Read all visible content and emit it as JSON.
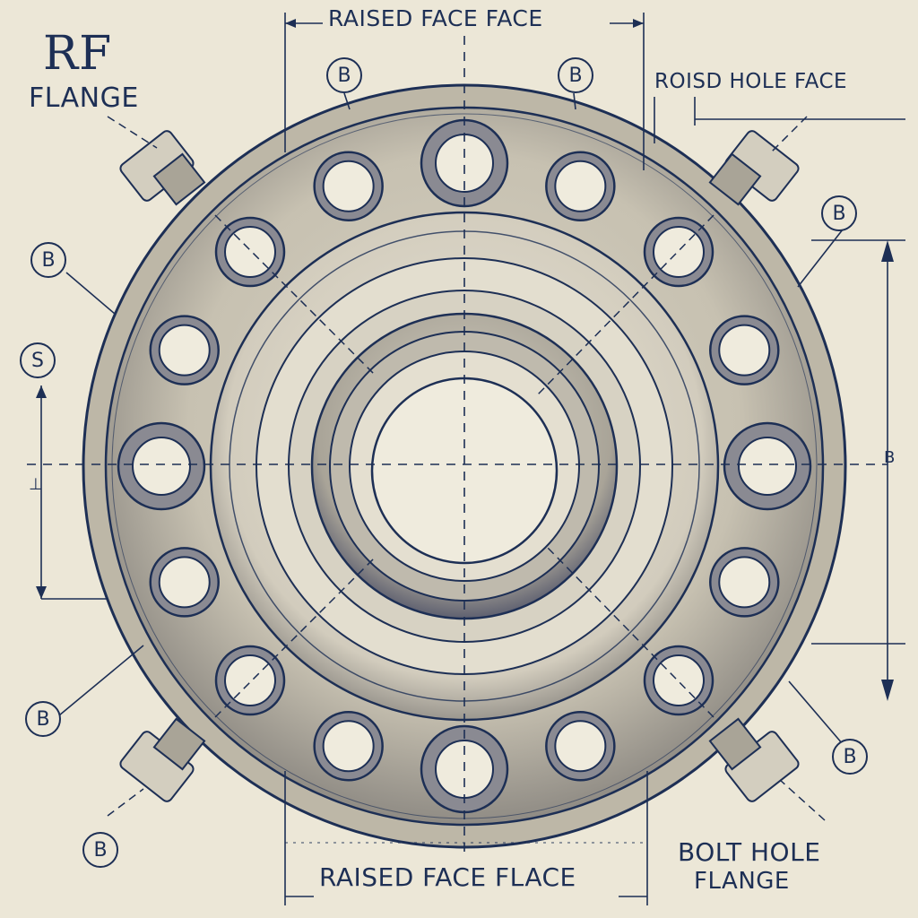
{
  "title": "RF",
  "subtitle": "FLANGE",
  "labels": {
    "top_dimension": "RAISED FACE FACE",
    "right_top": "ROISD HOLE FACE",
    "bottom_dimension": "RAISED FACE FLACE",
    "bolt_hole": "BOLT HOLE",
    "bolt_hole_sub": "FLANGE"
  },
  "callouts": {
    "top_left": "B",
    "top_right": "B",
    "right_upper": "B",
    "left_upper": "B",
    "left_s": "S",
    "left_lower": "B",
    "right_lower": "B",
    "bottom_left": "B"
  },
  "side_marks": {
    "left": "⊥",
    "right": "B"
  },
  "colors": {
    "paper": "#ece7d7",
    "ink": "#1d2f55",
    "metal_light": "#ddd8c9",
    "metal_mid": "#b9b3a3",
    "metal_dark": "#6b6a68"
  }
}
